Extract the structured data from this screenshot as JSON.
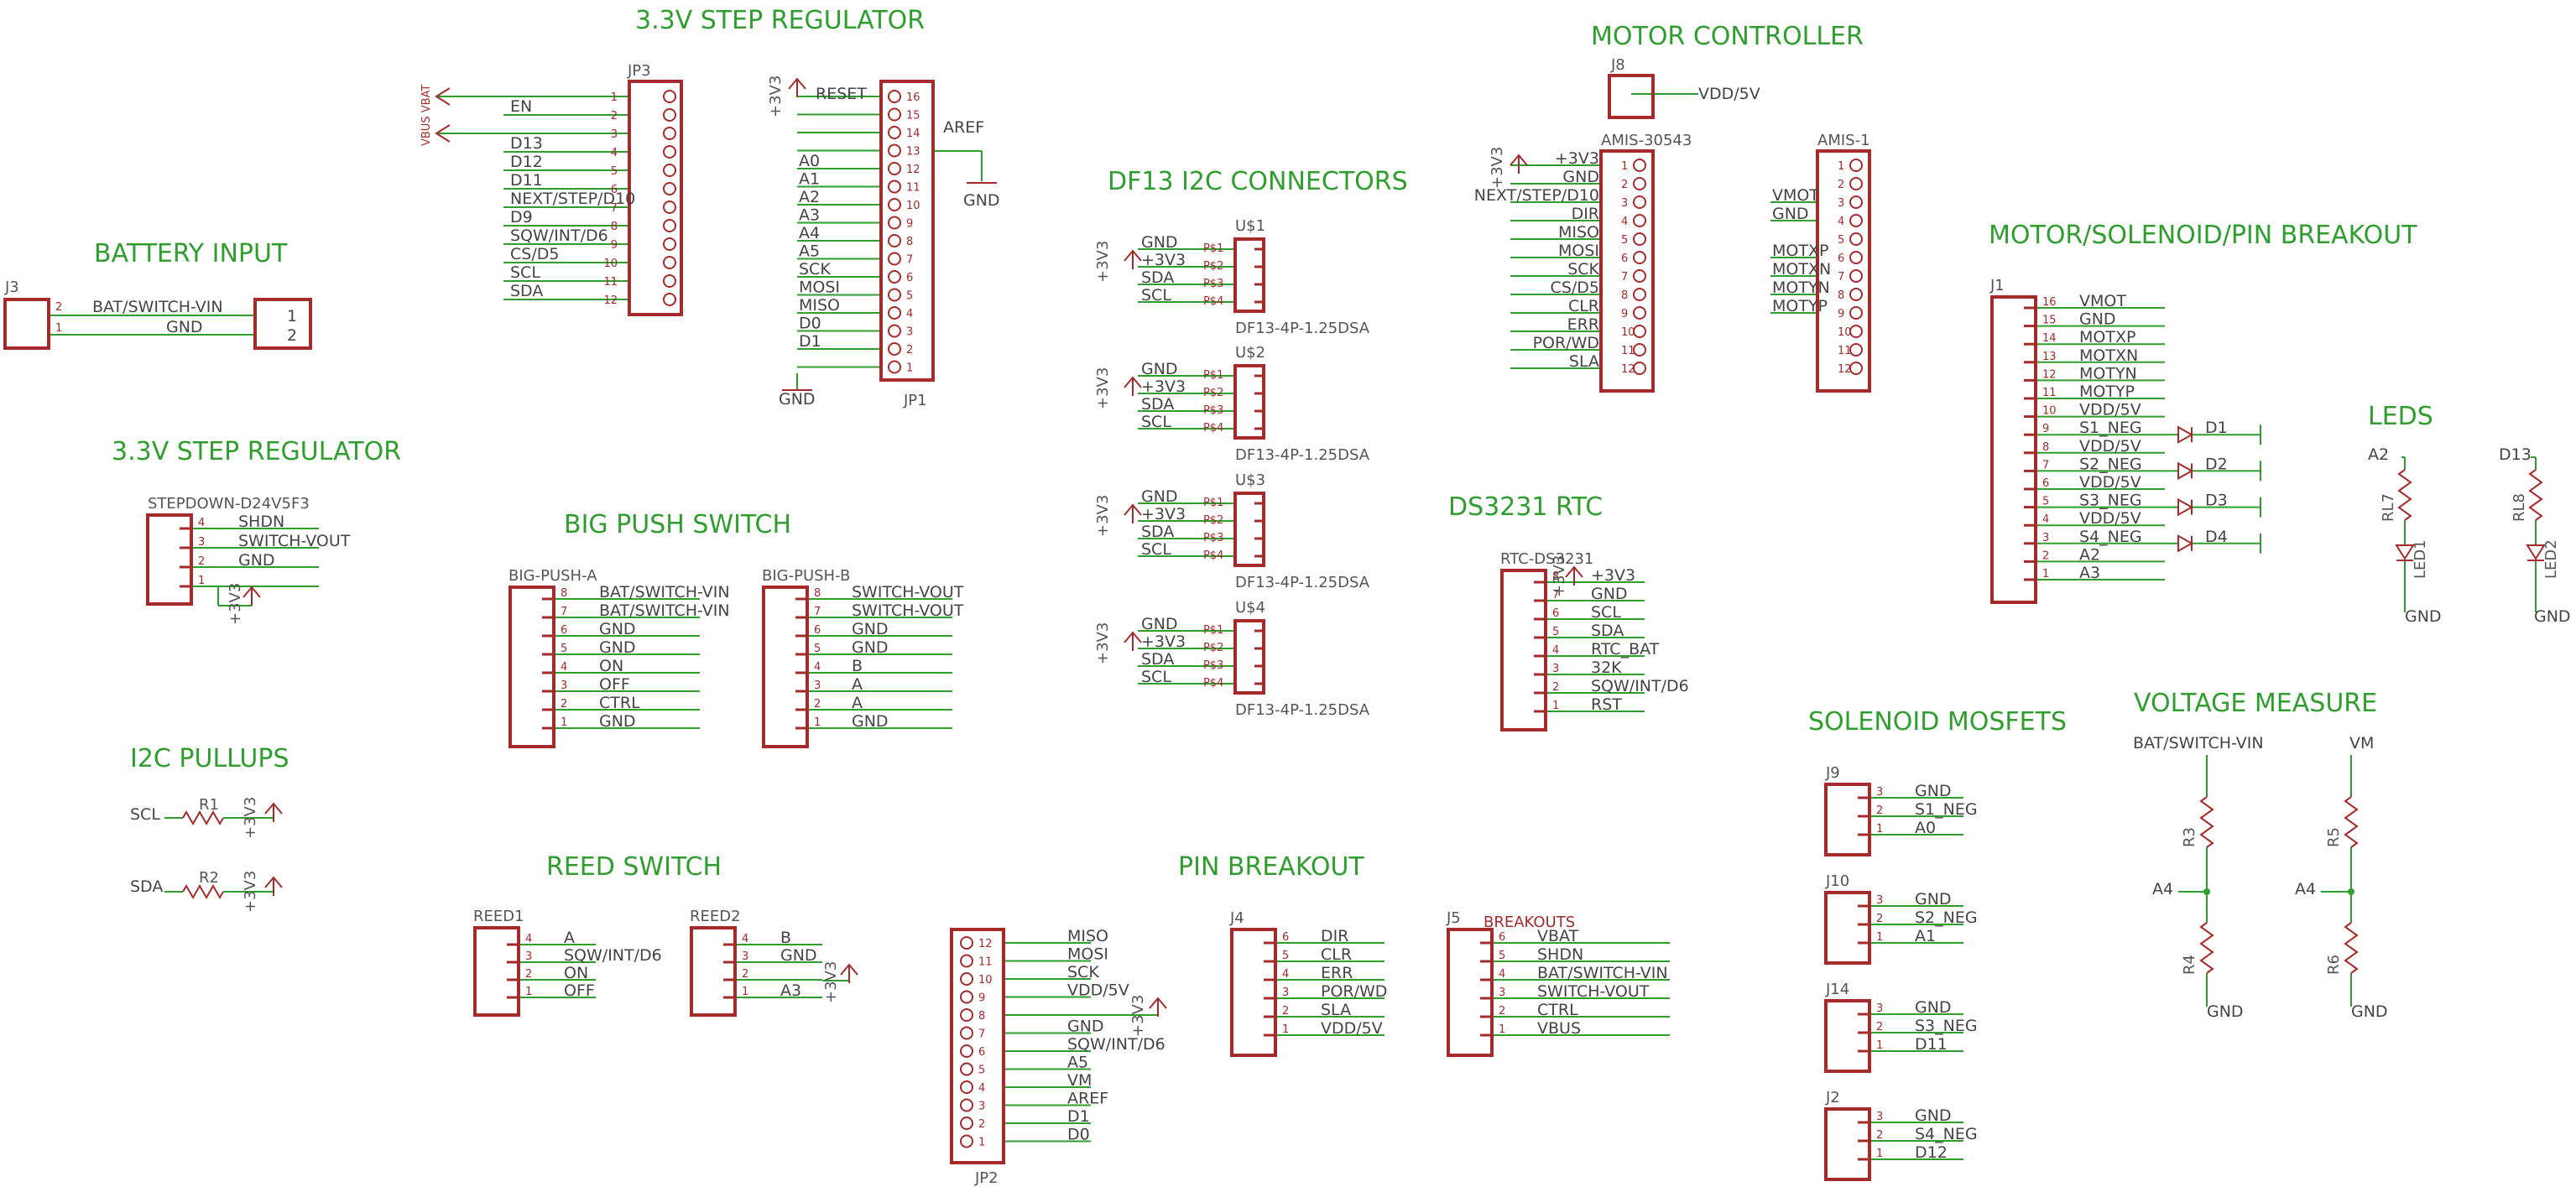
{
  "sections": {
    "step_reg_top": "3.3V STEP REGULATOR",
    "battery_input": "BATTERY INPUT",
    "step_reg_2": "3.3V STEP REGULATOR",
    "i2c_pullups": "I2C PULLUPS",
    "big_push_switch": "BIG PUSH SWITCH",
    "reed_switch": "REED SWITCH",
    "df13": "DF13 I2C CONNECTORS",
    "pin_breakout": "PIN BREAKOUT",
    "motor_controller": "MOTOR CONTROLLER",
    "ds3231": "DS3231 RTC",
    "motor_breakout": "MOTOR/SOLENOID/PIN BREAKOUT",
    "leds": "LEDS",
    "solenoid_mosfets": "SOLENOID MOSFETS",
    "voltage_measure": "VOLTAGE MEASURE"
  },
  "power": {
    "v33": "+3V3",
    "gnd": "GND"
  },
  "battery": {
    "j3": "J3",
    "pin2": "2",
    "pin1": "1",
    "net_top": "BAT/SWITCH-VIN",
    "net_bot": "GND",
    "rpin1": "1",
    "rpin2": "2"
  },
  "jp3": {
    "ref": "JP3",
    "vert": "VBUS VBAT",
    "pins": [
      {
        "n": "1",
        "net": ""
      },
      {
        "n": "2",
        "net": "EN"
      },
      {
        "n": "3",
        "net": ""
      },
      {
        "n": "4",
        "net": "D13"
      },
      {
        "n": "5",
        "net": "D12"
      },
      {
        "n": "6",
        "net": "D11"
      },
      {
        "n": "7",
        "net": "NEXT/STEP/D10"
      },
      {
        "n": "8",
        "net": "D9"
      },
      {
        "n": "9",
        "net": "SQW/INT/D6"
      },
      {
        "n": "10",
        "net": "CS/D5"
      },
      {
        "n": "11",
        "net": "SCL"
      },
      {
        "n": "12",
        "net": "SDA"
      }
    ]
  },
  "jp1": {
    "ref": "JP1",
    "reset": "RESET",
    "aref": "AREF",
    "pins": [
      {
        "n": "16",
        "net": ""
      },
      {
        "n": "15",
        "net": ""
      },
      {
        "n": "14",
        "net": ""
      },
      {
        "n": "13",
        "net": ""
      },
      {
        "n": "12",
        "net": "A0"
      },
      {
        "n": "11",
        "net": "A1"
      },
      {
        "n": "10",
        "net": "A2"
      },
      {
        "n": "9",
        "net": "A3"
      },
      {
        "n": "8",
        "net": "A4"
      },
      {
        "n": "7",
        "net": "A5"
      },
      {
        "n": "6",
        "net": "SCK"
      },
      {
        "n": "5",
        "net": "MOSI"
      },
      {
        "n": "4",
        "net": "MISO"
      },
      {
        "n": "3",
        "net": "D0"
      },
      {
        "n": "2",
        "net": "D1"
      },
      {
        "n": "1",
        "net": ""
      }
    ]
  },
  "stepdown": {
    "ref": "STEPDOWN-D24V5F3",
    "pins": [
      {
        "n": "4",
        "net": "SHDN"
      },
      {
        "n": "3",
        "net": "SWITCH-VOUT"
      },
      {
        "n": "2",
        "net": "GND"
      },
      {
        "n": "1",
        "net": ""
      }
    ]
  },
  "pullups": {
    "r1": "R1",
    "r2": "R2",
    "scl": "SCL",
    "sda": "SDA"
  },
  "big_push_a": {
    "ref": "BIG-PUSH-A",
    "pins": [
      {
        "n": "8",
        "net": "BAT/SWITCH-VIN"
      },
      {
        "n": "7",
        "net": "BAT/SWITCH-VIN"
      },
      {
        "n": "6",
        "net": "GND"
      },
      {
        "n": "5",
        "net": "GND"
      },
      {
        "n": "4",
        "net": "ON"
      },
      {
        "n": "3",
        "net": "OFF"
      },
      {
        "n": "2",
        "net": "CTRL"
      },
      {
        "n": "1",
        "net": "GND"
      }
    ]
  },
  "big_push_b": {
    "ref": "BIG-PUSH-B",
    "pins": [
      {
        "n": "8",
        "net": "SWITCH-VOUT"
      },
      {
        "n": "7",
        "net": "SWITCH-VOUT"
      },
      {
        "n": "6",
        "net": "GND"
      },
      {
        "n": "5",
        "net": "GND"
      },
      {
        "n": "4",
        "net": "B"
      },
      {
        "n": "3",
        "net": "A"
      },
      {
        "n": "2",
        "net": "A"
      },
      {
        "n": "1",
        "net": "GND"
      }
    ]
  },
  "reed1": {
    "ref": "REED1",
    "pins": [
      {
        "n": "4",
        "net": "A"
      },
      {
        "n": "3",
        "net": "SQW/INT/D6"
      },
      {
        "n": "2",
        "net": "ON"
      },
      {
        "n": "1",
        "net": "OFF"
      }
    ]
  },
  "reed2": {
    "ref": "REED2",
    "pins": [
      {
        "n": "4",
        "net": "B"
      },
      {
        "n": "3",
        "net": "GND"
      },
      {
        "n": "2",
        "net": ""
      },
      {
        "n": "1",
        "net": "A3"
      }
    ]
  },
  "df13": {
    "part": "DF13-4P-1.25DSA",
    "units": [
      "U$1",
      "U$2",
      "U$3",
      "U$4"
    ],
    "nets": [
      "GND",
      "+3V3",
      "SDA",
      "SCL"
    ],
    "pins": [
      "P$1",
      "P$2",
      "P$3",
      "P$4"
    ]
  },
  "jp2": {
    "ref": "JP2",
    "pins": [
      {
        "n": "12",
        "net": "MISO"
      },
      {
        "n": "11",
        "net": "MOSI"
      },
      {
        "n": "10",
        "net": "SCK"
      },
      {
        "n": "9",
        "net": "VDD/5V"
      },
      {
        "n": "8",
        "net": ""
      },
      {
        "n": "7",
        "net": "GND"
      },
      {
        "n": "6",
        "net": "SQW/INT/D6"
      },
      {
        "n": "5",
        "net": "A5"
      },
      {
        "n": "4",
        "net": "VM"
      },
      {
        "n": "3",
        "net": "AREF"
      },
      {
        "n": "2",
        "net": "D1"
      },
      {
        "n": "1",
        "net": "D0"
      }
    ]
  },
  "j4": {
    "ref": "J4",
    "pins": [
      {
        "n": "6",
        "net": "DIR"
      },
      {
        "n": "5",
        "net": "CLR"
      },
      {
        "n": "4",
        "net": "ERR"
      },
      {
        "n": "3",
        "net": "POR/WD"
      },
      {
        "n": "2",
        "net": "SLA"
      },
      {
        "n": "1",
        "net": "VDD/5V"
      }
    ]
  },
  "j5": {
    "ref": "J5",
    "tag": "BREAKOUTS",
    "pins": [
      {
        "n": "6",
        "net": "VBAT"
      },
      {
        "n": "5",
        "net": "SHDN"
      },
      {
        "n": "4",
        "net": "BAT/SWITCH-VIN"
      },
      {
        "n": "3",
        "net": "SWITCH-VOUT"
      },
      {
        "n": "2",
        "net": "CTRL"
      },
      {
        "n": "1",
        "net": "VBUS"
      }
    ]
  },
  "j8": {
    "ref": "J8",
    "net": "VDD/5V"
  },
  "amis": {
    "ref": "AMIS-30543",
    "pins": [
      {
        "n": "1",
        "net": "+3V3"
      },
      {
        "n": "2",
        "net": "GND"
      },
      {
        "n": "3",
        "net": "NEXT/STEP/D10"
      },
      {
        "n": "4",
        "net": "DIR"
      },
      {
        "n": "5",
        "net": "MISO"
      },
      {
        "n": "6",
        "net": "MOSI"
      },
      {
        "n": "7",
        "net": "SCK"
      },
      {
        "n": "8",
        "net": "CS/D5"
      },
      {
        "n": "9",
        "net": "CLR"
      },
      {
        "n": "10",
        "net": "ERR"
      },
      {
        "n": "11",
        "net": "POR/WD"
      },
      {
        "n": "12",
        "net": "SLA"
      }
    ]
  },
  "amis1": {
    "ref": "AMIS-1",
    "pins": [
      {
        "n": "1",
        "net": ""
      },
      {
        "n": "2",
        "net": ""
      },
      {
        "n": "3",
        "net": "VMOT"
      },
      {
        "n": "4",
        "net": "GND"
      },
      {
        "n": "5",
        "net": ""
      },
      {
        "n": "6",
        "net": "MOTXP"
      },
      {
        "n": "7",
        "net": "MOTXN"
      },
      {
        "n": "8",
        "net": "MOTYN"
      },
      {
        "n": "9",
        "net": "MOTYP"
      },
      {
        "n": "10",
        "net": ""
      },
      {
        "n": "11",
        "net": ""
      },
      {
        "n": "12",
        "net": ""
      }
    ]
  },
  "rtc": {
    "ref": "RTC-DS3231",
    "pins": [
      {
        "n": "8",
        "net": "+3V3"
      },
      {
        "n": "7",
        "net": "GND"
      },
      {
        "n": "6",
        "net": "SCL"
      },
      {
        "n": "5",
        "net": "SDA"
      },
      {
        "n": "4",
        "net": "RTC_BAT"
      },
      {
        "n": "3",
        "net": "32K"
      },
      {
        "n": "2",
        "net": "SQW/INT/D6"
      },
      {
        "n": "1",
        "net": "RST"
      }
    ]
  },
  "j1": {
    "ref": "J1",
    "pins": [
      {
        "n": "16",
        "net": "VMOT"
      },
      {
        "n": "15",
        "net": "GND"
      },
      {
        "n": "14",
        "net": "MOTXP"
      },
      {
        "n": "13",
        "net": "MOTXN"
      },
      {
        "n": "12",
        "net": "MOTYN"
      },
      {
        "n": "11",
        "net": "MOTYP"
      },
      {
        "n": "10",
        "net": "VDD/5V"
      },
      {
        "n": "9",
        "net": "S1_NEG"
      },
      {
        "n": "8",
        "net": "VDD/5V"
      },
      {
        "n": "7",
        "net": "S2_NEG"
      },
      {
        "n": "6",
        "net": "VDD/5V"
      },
      {
        "n": "5",
        "net": "S3_NEG"
      },
      {
        "n": "4",
        "net": "VDD/5V"
      },
      {
        "n": "3",
        "net": "S4_NEG"
      },
      {
        "n": "2",
        "net": "A2"
      },
      {
        "n": "1",
        "net": "A3"
      }
    ],
    "diodes": [
      "D1",
      "D2",
      "D3",
      "D4"
    ]
  },
  "leds": {
    "a2": "A2",
    "d13": "D13",
    "rl7": "RL7",
    "rl8": "RL8",
    "led1": "LED1",
    "led2": "LED2"
  },
  "mosfets": [
    {
      "ref": "J9",
      "pins": [
        {
          "n": "3",
          "net": "GND"
        },
        {
          "n": "2",
          "net": "S1_NEG"
        },
        {
          "n": "1",
          "net": "A0"
        }
      ]
    },
    {
      "ref": "J10",
      "pins": [
        {
          "n": "3",
          "net": "GND"
        },
        {
          "n": "2",
          "net": "S2_NEG"
        },
        {
          "n": "1",
          "net": "A1"
        }
      ]
    },
    {
      "ref": "J14",
      "pins": [
        {
          "n": "3",
          "net": "GND"
        },
        {
          "n": "2",
          "net": "S3_NEG"
        },
        {
          "n": "1",
          "net": "D11"
        }
      ]
    },
    {
      "ref": "J2",
      "pins": [
        {
          "n": "3",
          "net": "GND"
        },
        {
          "n": "2",
          "net": "S4_NEG"
        },
        {
          "n": "1",
          "net": "D12"
        }
      ]
    }
  ],
  "vmeasure": {
    "left_top": "BAT/SWITCH-VIN",
    "right_top": "VM",
    "r3": "R3",
    "r4": "R4",
    "r5": "R5",
    "r6": "R6",
    "a4": "A4"
  }
}
